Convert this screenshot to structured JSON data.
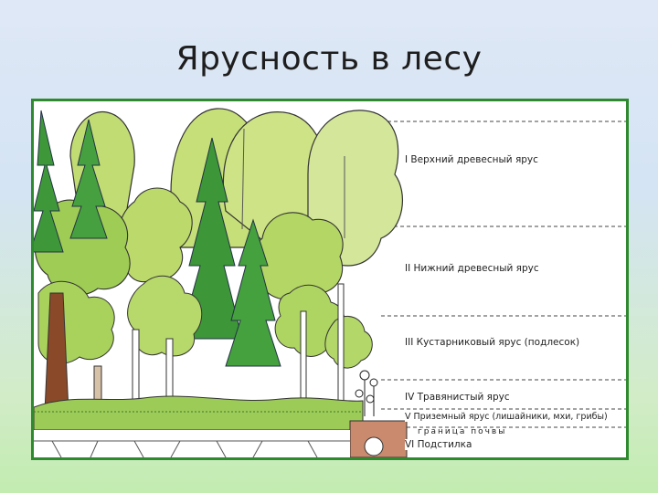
{
  "slide": {
    "title": "Ярусность в лесу"
  },
  "diagram": {
    "tiers": [
      {
        "label": "I Верхний древесный ярус"
      },
      {
        "label": "II Нижний древесный ярус"
      },
      {
        "label": "III Кустарниковый ярус (подлесок)"
      },
      {
        "label": "IV Травянистый ярус"
      },
      {
        "label": "V Приземный ярус (лишайники, мхи, грибы)"
      },
      {
        "label": "VI Подстилка"
      }
    ],
    "soil_boundary_label": "граница почвы"
  },
  "colors": {
    "frame_border": "#2f8a2f",
    "canopy_light": "#c8df7a",
    "canopy_mid": "#a6cf5a",
    "conifer": "#3f9a3c",
    "trunk": "#8a4a2a"
  }
}
